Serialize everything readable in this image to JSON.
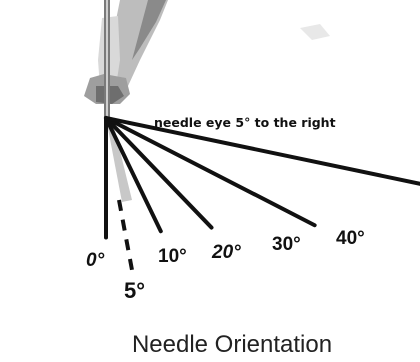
{
  "annotation": "needle eye 5° to the right",
  "angles": [
    {
      "label": "0°",
      "angle_deg": 0
    },
    {
      "label": "10°",
      "angle_deg": 10
    },
    {
      "label": "20°",
      "angle_deg": 20
    },
    {
      "label": "30°",
      "angle_deg": 30
    },
    {
      "label": "40°",
      "angle_deg": 40
    }
  ],
  "dashed_angle": {
    "label": "5°",
    "angle_deg": 5
  },
  "caption": "Needle Orientation",
  "colors": {
    "line": "#111111",
    "needle": "#8a8a8a",
    "shade": "#c8c8c8"
  }
}
